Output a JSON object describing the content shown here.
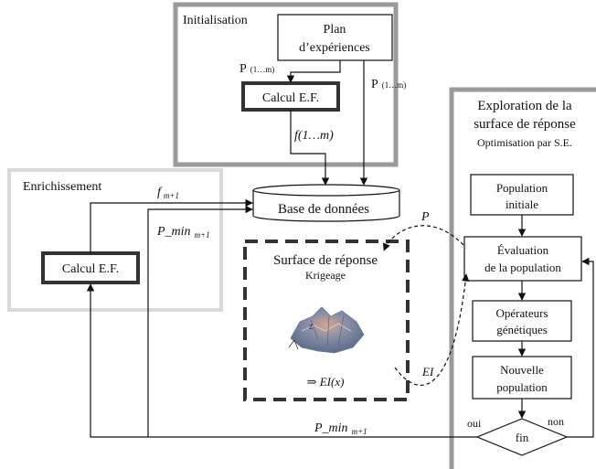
{
  "sections": {
    "initialisation": "Initialisation",
    "enrichissement": "Enrichissement",
    "exploration_line1": "Exploration de la",
    "exploration_line2": "surface de réponse",
    "exploration_line3": "Optimisation par S.E."
  },
  "boxes": {
    "plan_line1": "Plan",
    "plan_line2": "d’expériences",
    "calcul_ef_init": "Calcul E.F.",
    "calcul_ef_enrich": "Calcul E.F.",
    "database": "Base de données",
    "surface_line1": "Surface de réponse",
    "surface_line2": "Krigeage",
    "surface_formula": "⇒ EI(x)",
    "population_initiale_line1": "Population",
    "population_initiale_line2": "initiale",
    "evaluation_line1": "Évaluation",
    "evaluation_line2": "de la population",
    "operateurs_line1": "Opérateurs",
    "operateurs_line2": "génétiques",
    "nouvelle_line1": "Nouvelle",
    "nouvelle_line2": "population",
    "fin": "fin"
  },
  "labels": {
    "p_left": "P",
    "p_left_sub": "(1…m)",
    "p_right": "P",
    "p_right_sub": "(1…m)",
    "f_init": "f(1…m)",
    "f_enrich": "f",
    "f_enrich_sub": "m+1",
    "pmin_top": "P_min",
    "pmin_top_sub": "m+1",
    "pmin_bottom": "P_min",
    "pmin_bottom_sub": "m+1",
    "p_dashed": "P",
    "ei_dashed": "EI",
    "oui": "oui",
    "non": "non"
  },
  "colors": {
    "section_frame": "#9a9a9a",
    "enrich_frame": "#d9d9d9",
    "line": "#111111"
  }
}
